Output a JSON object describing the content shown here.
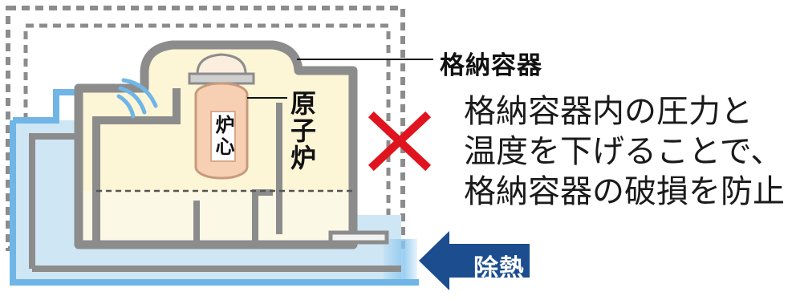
{
  "labels": {
    "containment_vessel": "格納容器",
    "reactor": "原子炉",
    "core": "炉心",
    "heat_removal": "除熱"
  },
  "description": {
    "lines": [
      "格納容器内の圧力と",
      "温度を下げることで、",
      "格納容器の破損を防止"
    ]
  },
  "colors": {
    "wall_gray": "#8c8c8c",
    "dashed_line": "#8c8c8c",
    "interior_cream": "#fcf5d6",
    "water_blue": "#cfe6f5",
    "pipe_blue": "#6fb6e6",
    "core_peach": "#f7d0b4",
    "cross_red": "#e0141e",
    "arrow_blue": "#1b4d8f"
  },
  "icons": [
    "cross-mark-icon",
    "steam-spray-icon",
    "left-arrow-icon"
  ]
}
